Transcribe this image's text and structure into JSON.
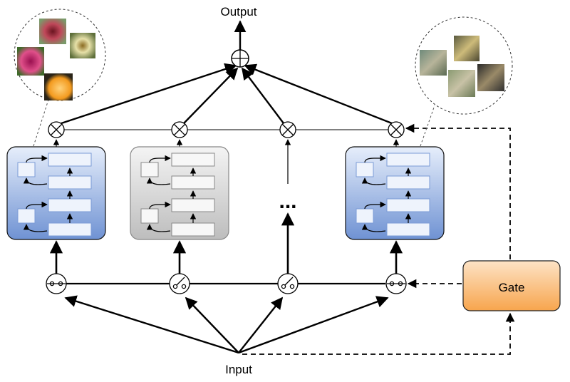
{
  "labels": {
    "output": "Output",
    "input": "Input",
    "gate": "Gate",
    "ellipsis": "..."
  },
  "colors": {
    "expert_blue_top": "#e6eefb",
    "expert_blue_bottom": "#6f92d3",
    "expert_gray_top": "#f4f4f4",
    "expert_gray_bottom": "#bdbdbd",
    "gate_top": "#fde3c6",
    "gate_bottom": "#f7a54d",
    "line": "#000000"
  },
  "experts": [
    {
      "style": "blue",
      "switch_state": "closed",
      "has_images": true
    },
    {
      "style": "gray",
      "switch_state": "open",
      "has_images": false
    },
    {
      "style": "placeholder",
      "switch_state": "open",
      "has_images": false
    },
    {
      "style": "blue",
      "switch_state": "closed",
      "has_images": true
    }
  ],
  "image_clusters": [
    {
      "theme": "flowers",
      "thumbs": [
        "dahlia",
        "lily",
        "rose",
        "orange-slice"
      ]
    },
    {
      "theme": "big-cats",
      "thumbs": [
        "bird",
        "leopard",
        "cheetah",
        "leopard-face"
      ]
    }
  ]
}
